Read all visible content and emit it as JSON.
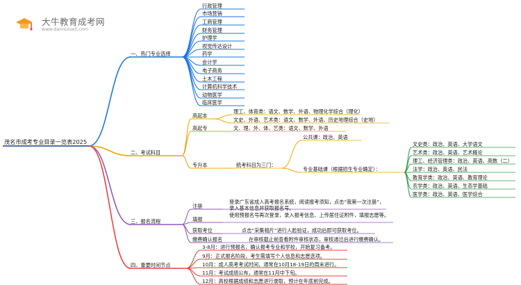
{
  "logo": {
    "name": "大牛教育成考网",
    "url": "www.daniuxueli.com"
  },
  "colors": {
    "blue": "#1a73e8",
    "orange": "#f0a500",
    "green": "#2e9e44",
    "purple": "#8e5ab5",
    "red": "#e8423c",
    "navy": "#1f3c88"
  },
  "mindmap": {
    "root": "茂名市成考专业目录一览表2025",
    "branches": [
      {
        "label": "一、热门专业选择",
        "items": [
          "行政管理",
          "市场营销",
          "工商管理",
          "财务管理",
          "护理学",
          "视觉传达设计",
          "药学",
          "会计学",
          "电子商务",
          "土木工程",
          "计算机科学技术",
          "动物医学",
          "临床医学"
        ]
      },
      {
        "label": "二、考试科目",
        "gqb": {
          "label": "高起本",
          "items": [
            "理工、体育类：语文、数学、外语、物理化学综合（理化）",
            "文史、外语、艺术类：语文、数学、外语、历史地理综合（史地）"
          ]
        },
        "gqz": {
          "label": "高起专",
          "items": [
            "文、理、外、体、艺类：语文、数学、外语"
          ]
        },
        "zsb": {
          "label": "专升本",
          "intro": "统考科目为三门：",
          "public": "公共课：政治、英语",
          "basic": "专业基础课（根据招生专业确定）：",
          "basic_items": [
            "文史类：政治、英语、大学语文",
            "艺术类：政治、英语、艺术概论",
            "理工、经济管理类：政治、英语、高数（二）",
            "法学：政治、英语、民法",
            "教育学类：政治、英语、教育理论",
            "农学类：政治、英语、生态学基础",
            "医学类：政治、英语、医学综合"
          ]
        }
      },
      {
        "label": "三、报名流程",
        "steps": [
          {
            "label": "注册",
            "desc": "登录广东省成人高考报名系统，阅读报考须知，点击“我第一次注册”，录入基本信息并获取报名号。"
          },
          {
            "label": "填报",
            "desc": "使用预报名号再次登录，录入报考信息、上传居住证附件，填报志愿等。"
          },
          {
            "label": "获取考位",
            "desc": "点击“采集相片”进行人脸验证，成功后即可获取考位。"
          },
          {
            "label": "缴费确认报名",
            "desc": "在审核截止前查看附件审核状态，审核通过后进行缴费确认。"
          }
        ]
      },
      {
        "label": "四、重要时间节点",
        "items": [
          "3-8月：进行预报名，确认报考专业和学校，开始复习备考。",
          "9月：正式报名阶段，考生需填写个人信息和志愿选项。",
          "10月：成人高考考试时间，通常在10月18-19日的周末进行。",
          "11月：考试成绩公布，通常在11月中下旬。",
          "12月：高校根据成绩和志愿进行录取，预计在年底前完成。"
        ]
      }
    ]
  }
}
